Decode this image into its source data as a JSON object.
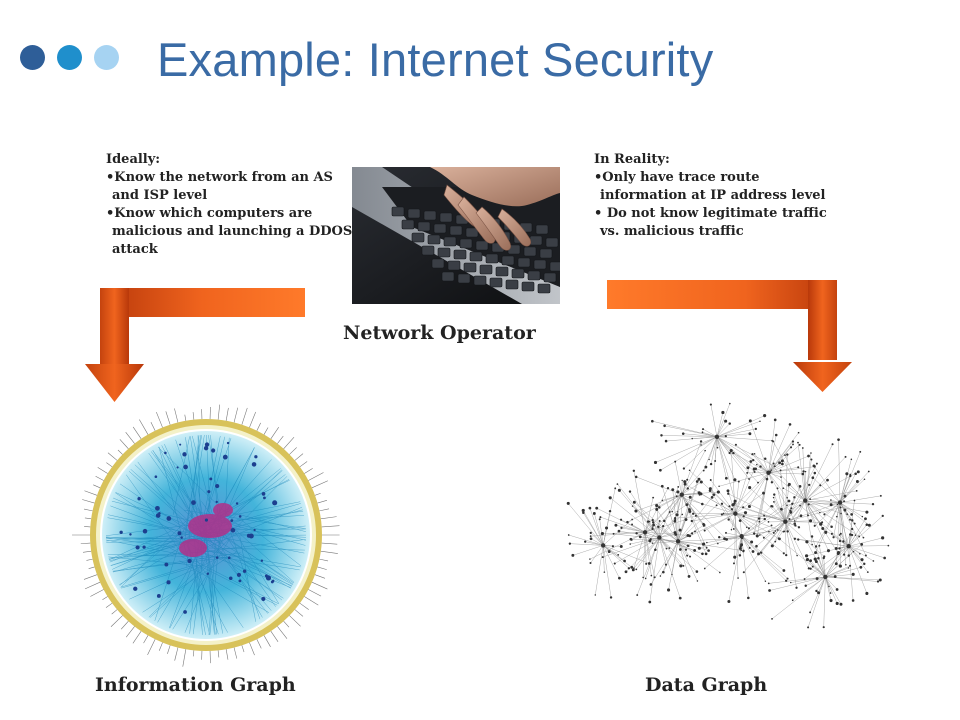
{
  "slide": {
    "title": "Example: Internet Security",
    "bullet_dot_colors": [
      "#2e5e98",
      "#1f8fcc",
      "#a6d3f2"
    ]
  },
  "notes": {
    "ideal": {
      "heading": "Ideally:",
      "bullets": [
        "•Know the network from an AS and ISP level",
        "•Know which computers are malicious and launching a DDOS attack"
      ]
    },
    "reality": {
      "heading": "In Reality:",
      "bullets": [
        "•Only have trace route information at IP address level",
        "• Do not know legitimate traffic vs. malicious traffic"
      ]
    }
  },
  "captions": {
    "operator": "Network Operator",
    "information_graph": "Information Graph",
    "data_graph": "Data Graph"
  },
  "colors": {
    "title": "#3a6ba5",
    "arrow": "#f0641e",
    "arrow_dark": "#a83208",
    "info_graph_blue": "#1aa0c8",
    "info_graph_magenta": "#b0308a"
  },
  "icons": {
    "photo": "keyboard-typing-photo",
    "left_arrow": "elbow-arrow-down-left",
    "right_arrow": "elbow-arrow-down-right",
    "info_graph": "circular-network-graph",
    "data_graph": "internet-map-graph"
  }
}
